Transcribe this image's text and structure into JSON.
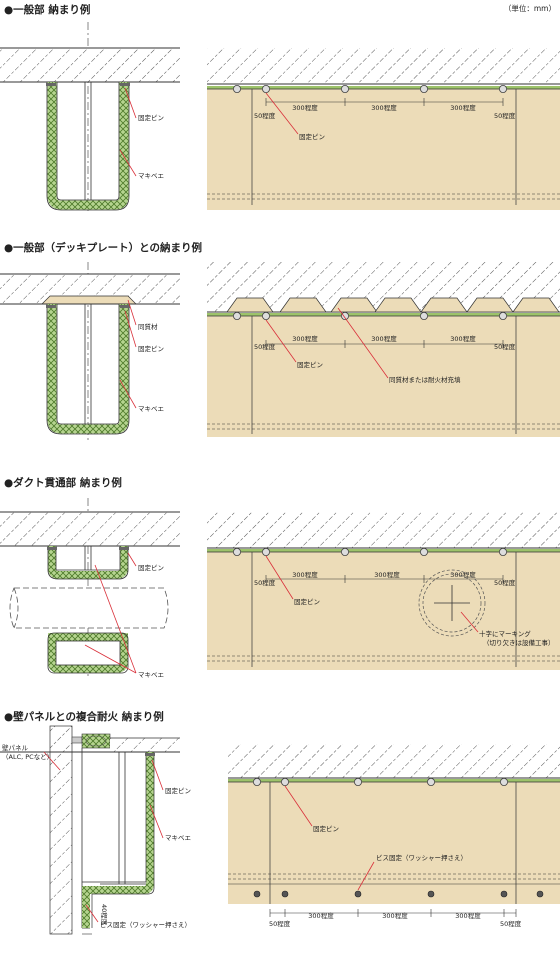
{
  "unit_note": "（単位：mm）",
  "sections": [
    {
      "title": "●一般部 納まり例",
      "left_labels": {
        "pin": "固定ピン",
        "makibee": "マキベエ"
      },
      "right_labels": {
        "end_left": "50程度",
        "end_right": "50程度",
        "spacing": [
          "300程度",
          "300程度",
          "300程度"
        ],
        "pin": "固定ピン"
      }
    },
    {
      "title": "●一般部（デッキプレート）との納まり例",
      "left_labels": {
        "filler": "同質材",
        "pin": "固定ピン",
        "makibee": "マキベエ"
      },
      "right_labels": {
        "end_left": "50程度",
        "end_right": "50程度",
        "spacing": [
          "300程度",
          "300程度",
          "300程度"
        ],
        "pin": "固定ピン",
        "filler": "同質材または耐火材充填"
      }
    },
    {
      "title": "●ダクト貫通部 納まり例",
      "left_labels": {
        "pin": "固定ピン",
        "makibee": "マキベエ"
      },
      "right_labels": {
        "end_left": "50程度",
        "end_right": "50程度",
        "spacing": [
          "300程度",
          "300程度",
          "300程度"
        ],
        "pin": "固定ピン",
        "marking_1": "十字にマーキング",
        "marking_2": "（切り欠きは設備工事）"
      }
    },
    {
      "title": "●壁パネルとの複合耐火 納まり例",
      "left_labels": {
        "wall_1": "壁パネル",
        "wall_2": "（ALC, PCなど）",
        "pin": "固定ピン",
        "makibee": "マキベエ",
        "dim": "40程度",
        "screw": "ビス固定（ワッシャー押さえ）"
      },
      "right_labels": {
        "pin": "固定ピン",
        "screw": "ビス固定（ワッシャー押さえ）",
        "end_left": "50程度",
        "end_right": "50程度",
        "spacing": [
          "300程度",
          "300程度",
          "300程度"
        ]
      }
    }
  ],
  "colors": {
    "panel": "#ecdcb8",
    "green": "#9dc36a",
    "leader": "#d9303a",
    "line": "#333333"
  }
}
